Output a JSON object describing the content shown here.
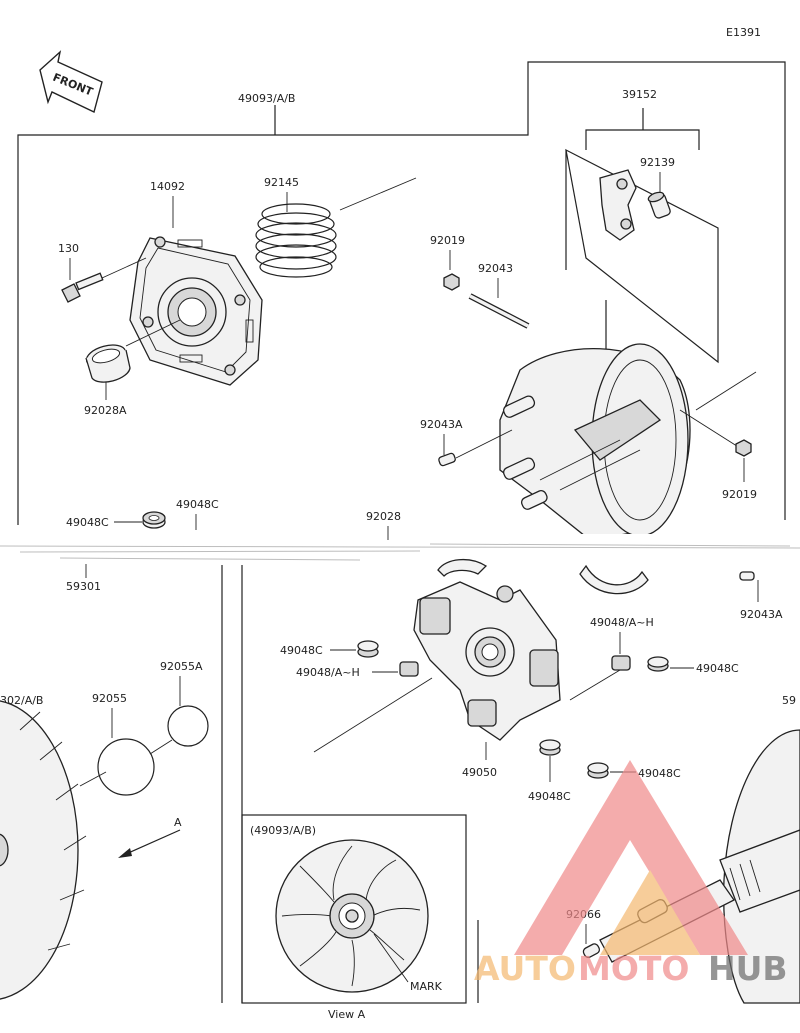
{
  "diagram_code": "E1391",
  "front_label": "FRONT",
  "view_label": "View A",
  "inset": {
    "title": "(49093/A/B)",
    "mark_label": "MARK"
  },
  "labels": {
    "p49093": "49093/A/B",
    "p39152": "39152",
    "p92139": "92139",
    "p14092": "14092",
    "p92145": "92145",
    "p130": "130",
    "p92019_top": "92019",
    "p92043_top": "92043",
    "p92028A": "92028A",
    "p92043A": "92043A",
    "p92019_right": "92019",
    "p49048C_1": "49048C",
    "p49048C_2": "49048C",
    "p59301": "59301",
    "p92028": "92028",
    "p92043_right": "92043A",
    "p49048AH_1": "49048/A~H",
    "p49048C_3": "49048C",
    "p49048C_4": "49048C",
    "p49048AH_2": "49048/A~H",
    "p302": "302/A/B",
    "p92055": "92055",
    "p92055A": "92055A",
    "p49050": "49050",
    "p49048C_5": "49048C",
    "p49048C_6": "49048C",
    "p59_cut": "59",
    "pA": "A",
    "p92066": "92066"
  },
  "watermark": {
    "part1": "AUTO",
    "part2": "MOTO",
    "part3": "HUB",
    "color1": "#f5b870",
    "color2": "#f08a8a",
    "color3": "#6b6b6b"
  }
}
